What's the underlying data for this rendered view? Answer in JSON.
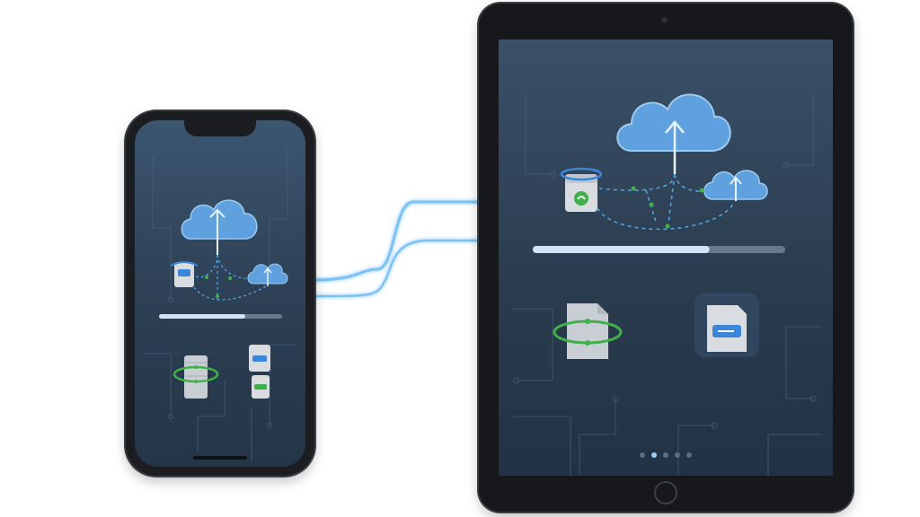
{
  "scene": {
    "devices": [
      {
        "name": "phone",
        "screen": "sync"
      },
      {
        "name": "tablet",
        "screen": "sync"
      }
    ]
  },
  "sync": {
    "progress": 0.7,
    "pages": {
      "count": 5,
      "active": 1
    }
  },
  "colors": {
    "screen_bg": "#2d4053",
    "cloud": "#5ea1de",
    "cloud_light": "#8ec4ee",
    "accent_blue": "#3b86d8",
    "sync_green": "#3fb04a",
    "link": "#62b4f2",
    "bezel": "#1b1d21"
  },
  "icons": [
    "cloud-upload-icon",
    "small-cloud-upload-icon",
    "document-icon",
    "sync-ring-icon",
    "contact-card-icon",
    "phone-icon"
  ]
}
